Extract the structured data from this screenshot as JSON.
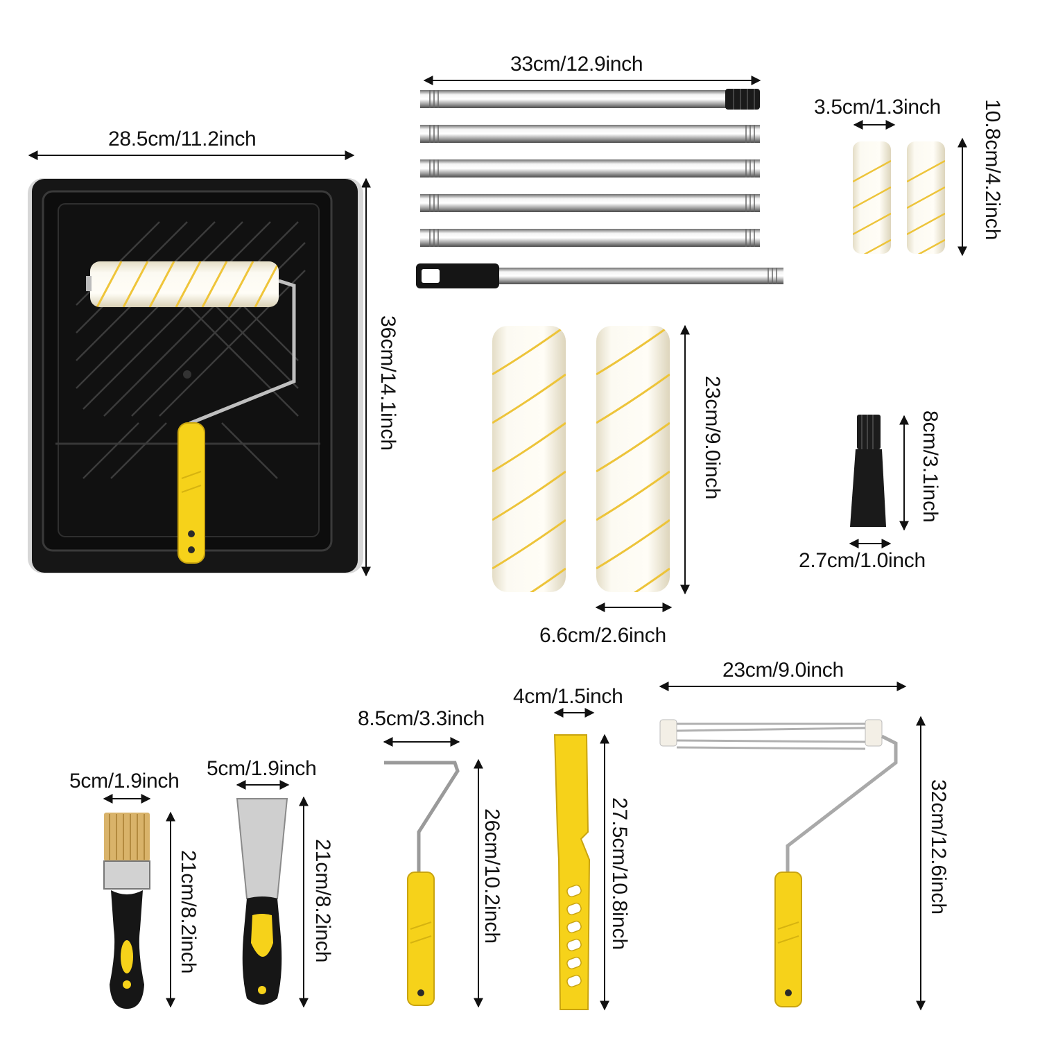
{
  "dimensions": {
    "tray_width": "28.5cm/11.2inch",
    "tray_height": "36cm/14.1inch",
    "pole_length": "33cm/12.9inch",
    "mini_roller_width": "3.5cm/1.3inch",
    "mini_roller_height": "10.8cm/4.2inch",
    "roller_cover_height": "23cm/9.0inch",
    "roller_cover_width": "6.6cm/2.6inch",
    "adapter_height": "8cm/3.1inch",
    "adapter_width": "2.7cm/1.0inch",
    "brush_width": "5cm/1.9inch",
    "brush_height": "21cm/8.2inch",
    "scraper_width": "5cm/1.9inch",
    "scraper_height": "21cm/8.2inch",
    "mini_frame_width": "8.5cm/3.3inch",
    "mini_frame_height": "26cm/10.2inch",
    "stirrer_width": "4cm/1.5inch",
    "stirrer_height": "27.5cm/10.8inch",
    "frame_width": "23cm/9.0inch",
    "frame_height": "32cm/12.6inch"
  },
  "colors": {
    "handle_yellow": "#f6d21a",
    "tray_black": "#141414",
    "fabric_white": "#fbf8ee",
    "stripe_yellow": "#edc43a",
    "steel": "#c9c9c9"
  }
}
